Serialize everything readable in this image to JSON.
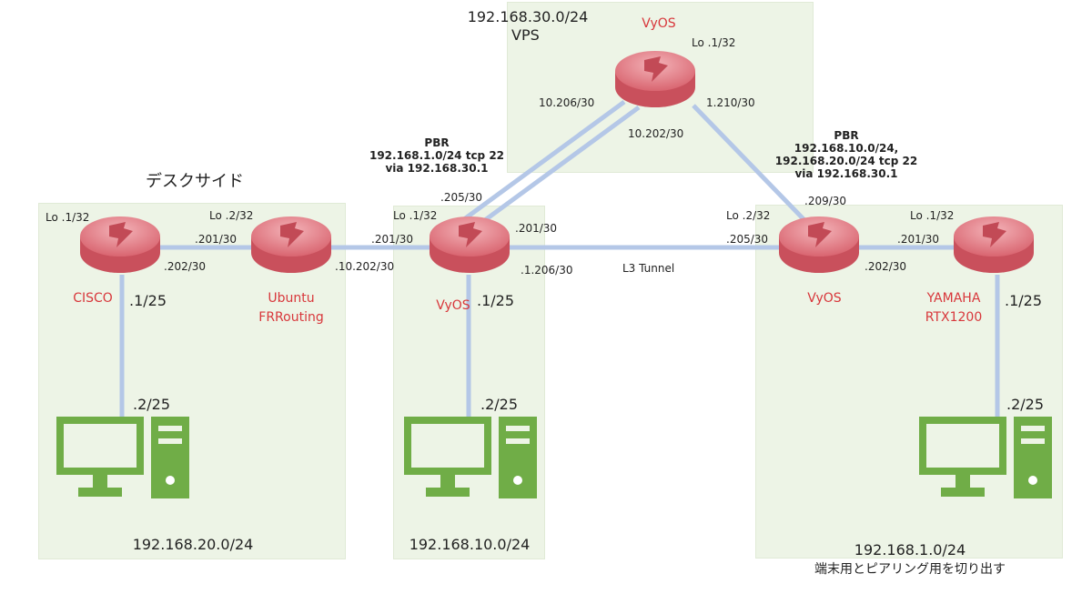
{
  "zones": {
    "desk": {
      "label": "デスクサイド",
      "network": "192.168.20.0/24"
    },
    "vyos_lan": {
      "network": "192.168.10.0/24"
    },
    "vps": {
      "network": "192.168.30.0/24",
      "label": "VPS"
    },
    "right": {
      "network": "192.168.1.0/24",
      "note": "端末用とピアリング用を切り出す"
    }
  },
  "routers": {
    "cisco": {
      "name": "CISCO",
      "lo": "Lo .1/32"
    },
    "ubuntu": {
      "name_line1": "Ubuntu",
      "name_line2": "FRRouting",
      "lo": "Lo .2/32"
    },
    "vyos_mid": {
      "name": "VyOS",
      "lo": "Lo .1/32"
    },
    "vyos_vps": {
      "name": "VyOS",
      "lo": "Lo .1/32"
    },
    "vyos_right": {
      "name": "VyOS",
      "lo": "Lo .2/32"
    },
    "yamaha": {
      "name_line1": "YAMAHA",
      "name_line2": "RTX1200",
      "lo": "Lo .1/32"
    }
  },
  "interfaces": {
    "cisco_202": ".202/30",
    "cisco_lan": ".1/25",
    "ubuntu_201": ".201/30",
    "ubuntu_10202": ".10.202/30",
    "vyos_mid_201_left": ".201/30",
    "vyos_mid_205": ".205/30",
    "vyos_mid_201_right": ".201/30",
    "vyos_mid_1206": ".1.206/30",
    "vyos_mid_lan": ".1/25",
    "vps_10206": "10.206/30",
    "vps_10202": "10.202/30",
    "vps_1210": "1.210/30",
    "vyos_right_209": ".209/30",
    "vyos_right_205": ".205/30",
    "vyos_right_202": ".202/30",
    "yamaha_201": ".201/30",
    "yamaha_lan": ".1/25",
    "pc_left": ".2/25",
    "pc_mid": ".2/25",
    "pc_right": ".2/25",
    "tunnel": "L3 Tunnel"
  },
  "pbr_left": {
    "title": "PBR",
    "line1": "192.168.1.0/24  tcp 22",
    "line2": "via 192.168.30.1"
  },
  "pbr_right": {
    "title": "PBR",
    "line1": "192.168.10.0/24,",
    "line2": "192.168.20.0/24  tcp 22",
    "line3": "via 192.168.30.1"
  },
  "colors": {
    "zone_fill": "#edf4e6",
    "link": "#b4c7e7",
    "router": "#e8868d",
    "pc": "#70ad47",
    "label_red": "#d8373b"
  },
  "icons": {
    "router": "router-icon",
    "pc": "desktop-computer-icon"
  }
}
